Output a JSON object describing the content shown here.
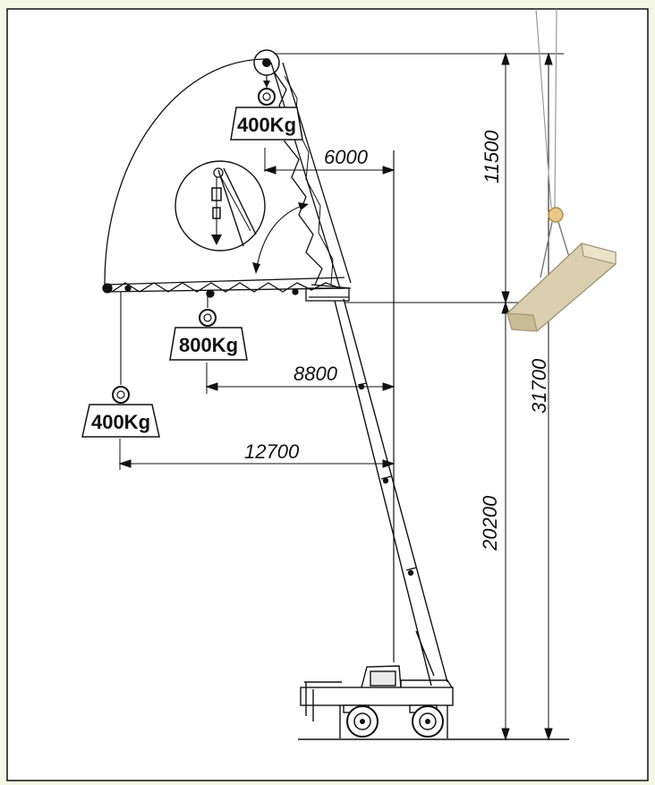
{
  "dimensions": {
    "jib_radius_short": "6000",
    "jib_radius_mid": "8800",
    "jib_radius_long": "12700",
    "height_jib_extension": "11500",
    "height_total": "31700",
    "height_main_boom": "20200"
  },
  "loads": {
    "jib_tip_load": "400Kg",
    "jib_mid_load": "800Kg",
    "jib_far_load": "400Kg"
  }
}
